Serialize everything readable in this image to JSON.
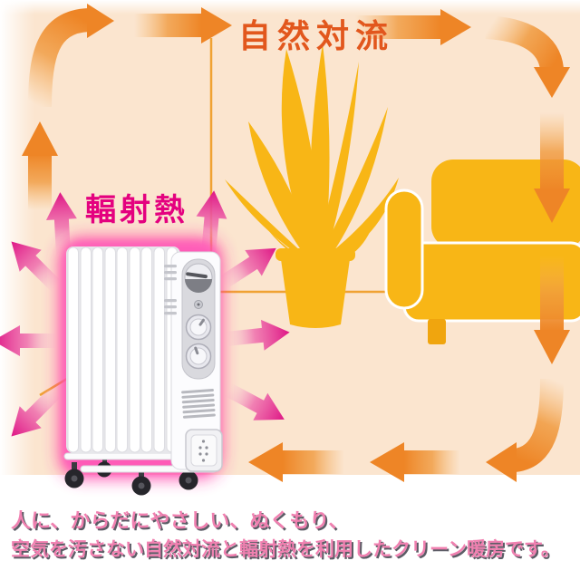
{
  "labels": {
    "convection": "自然対流",
    "radiant": "輻射熱"
  },
  "caption": {
    "line1": "人に、からだにやさしい、ぬくもり、",
    "line2": "空気を汚さない自然対流と輻射熱を利用したクリーン暖房です。"
  },
  "illustration": {
    "heater_icon": "oil-heater-photo",
    "plant_icon": "potted-plant-silhouette",
    "sofa_icon": "sofa-silhouette",
    "convection_arrows_icon": "orange-loop-arrows",
    "radiant_arrows_icon": "pink-radiant-arrows"
  },
  "colors": {
    "convection_label": "#e2571d",
    "radiant_label": "#e4017f",
    "caption_text": "#f080b0",
    "caption_shadow": "#5c5c66",
    "arrow_orange": "#ee8526",
    "arrow_pink": "#de1585",
    "silhouette_yellow": "#f8b616",
    "room_background": "#fbe5cf",
    "room_line": "#f0a233",
    "heater_glow": "#ff2ea0"
  }
}
